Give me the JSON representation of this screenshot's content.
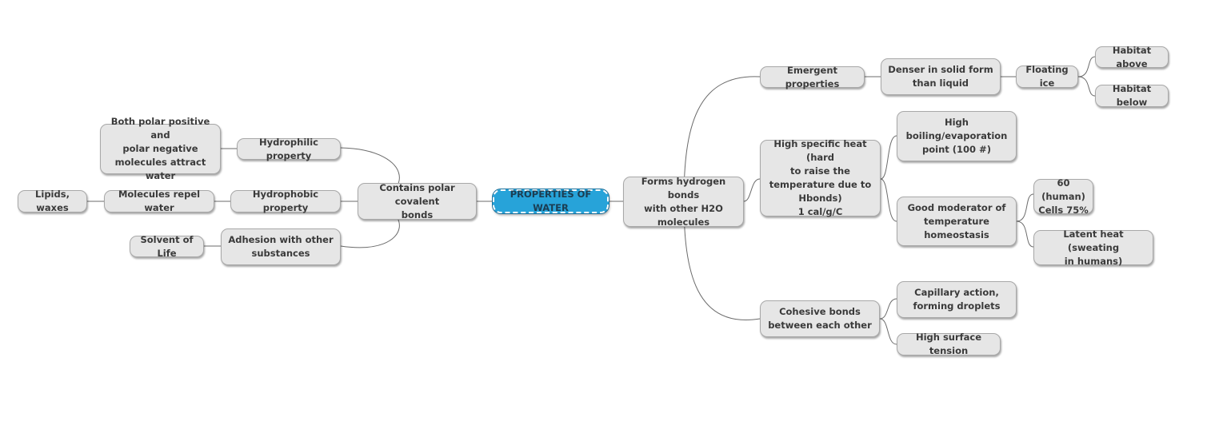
{
  "mindmap": {
    "root": {
      "label": "PROPERTIES OF WATER"
    },
    "nodes": {
      "contains_polar": "Contains polar covalent\nbonds",
      "hydrophilic": "Hydrophilic property",
      "both_polar": "Both polar positive and\npolar negative\nmolecules attract water",
      "hydrophobic": "Hydrophobic property",
      "molecules_repel": "Molecules repel water",
      "lipids": "Lipids, waxes",
      "adhesion": "Adhesion with other\nsubstances",
      "solvent": "Solvent of Life",
      "forms_hbonds": "Forms hydrogen bonds\nwith other H2O\nmolecules",
      "emergent": "Emergent properties",
      "denser": "Denser in solid form\nthan liquid",
      "floating_ice": "Floating ice",
      "habitat_above": "Habitat above",
      "habitat_below": "Habitat below",
      "specific_heat": "High specific heat (hard\nto raise the\ntemperature due to\nHbonds)\n1 cal/g/C",
      "boiling": "High\nboiling/evaporation\npoint (100 #)",
      "moderator": "Good moderator of\ntemperature\nhomeostasis",
      "human60": "60 (human)\nCells 75%",
      "latent": "Latent heat (sweating\nin humans)",
      "cohesive": "Cohesive bonds\nbetween each other",
      "capillary": "Capillary action,\nforming droplets",
      "surface_tension": "High surface tension"
    }
  }
}
